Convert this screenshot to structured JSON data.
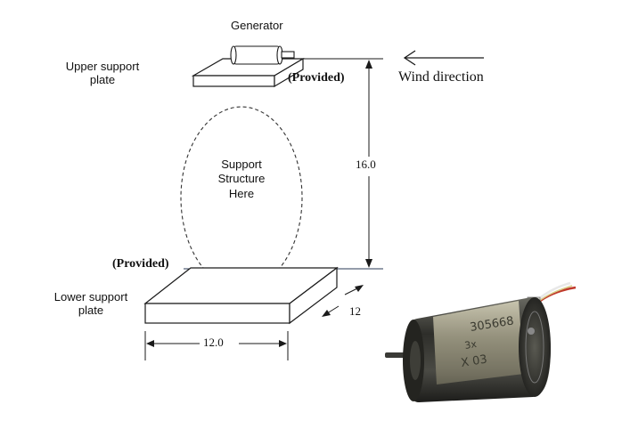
{
  "labels": {
    "generator": "Generator",
    "upper_plate": [
      "Upper support",
      "plate"
    ],
    "provided_upper": "(Provided)",
    "wind": "Wind direction",
    "height_dim": "16.0",
    "support": [
      "Support",
      "Structure",
      "Here"
    ],
    "provided_lower": "(Provided)",
    "lower_plate": [
      "Lower support",
      "plate"
    ],
    "depth_dim": "12",
    "width_dim": "12.0"
  },
  "colors": {
    "line": "#1a1a1a",
    "plate_fill": "#ffffff",
    "motor_body": "#3a3a36",
    "motor_band": "#b8b49a",
    "wire_red": "#c0392b",
    "wire_white": "#e8e8e8"
  },
  "icons": {
    "motor_photo": "dc-motor-photo",
    "wind_arrow": "left-arrow"
  }
}
